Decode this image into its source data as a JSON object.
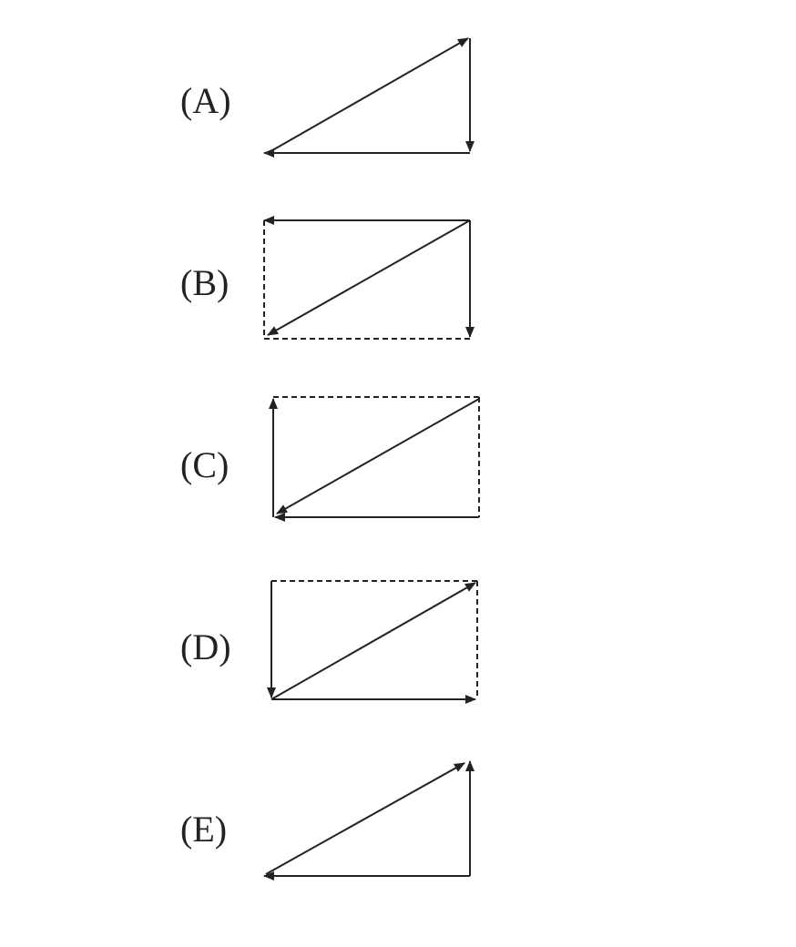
{
  "options": [
    {
      "label": "(A)"
    },
    {
      "label": "(B)"
    },
    {
      "label": "(C)"
    },
    {
      "label": "(D)"
    },
    {
      "label": "(E)"
    }
  ],
  "colors": {
    "ink": "#222222",
    "background": "#ffffff"
  }
}
